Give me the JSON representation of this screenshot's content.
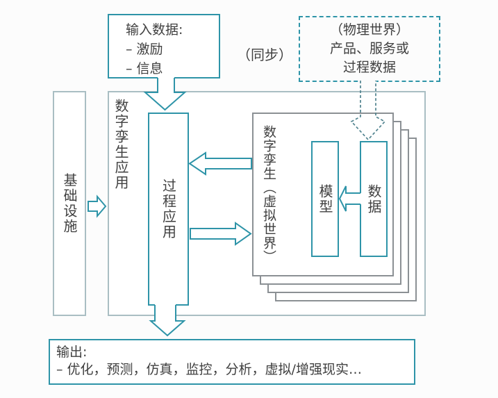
{
  "colors": {
    "accent_teal": "#2e94a8",
    "soft_gray_teal": "#a9bec3",
    "stack_gray": "#8b9094",
    "dashed_arrow": "#4f828e",
    "text": "#3f3f3f",
    "background": "#fcfcfc"
  },
  "input_box": {
    "title": "输入数据:",
    "items": [
      "– 激励",
      "– 信息"
    ]
  },
  "sync_label": "（同步）",
  "physical_world_box": {
    "lines": [
      "（物理世界）",
      "产品、服务或",
      "过程数据"
    ]
  },
  "infrastructure_box": {
    "label": "基础设施"
  },
  "dt_application": {
    "label": "数字孪生应用"
  },
  "process_application": {
    "label": "过程应用"
  },
  "digital_twin": {
    "label": "数字孪生（虚拟世界）",
    "model_label": "模型",
    "data_label": "数据"
  },
  "output_box": {
    "title": "输出:",
    "line": "– 优化，预测，仿真，监控，分析，虚拟/增强现实…"
  },
  "arrows": {
    "input_to_process": "down",
    "physical_to_data": "down-dashed",
    "infrastructure_to_application": "right",
    "twin_to_process": "left",
    "process_to_twin": "right",
    "data_to_model": "left",
    "process_to_output": "down"
  }
}
